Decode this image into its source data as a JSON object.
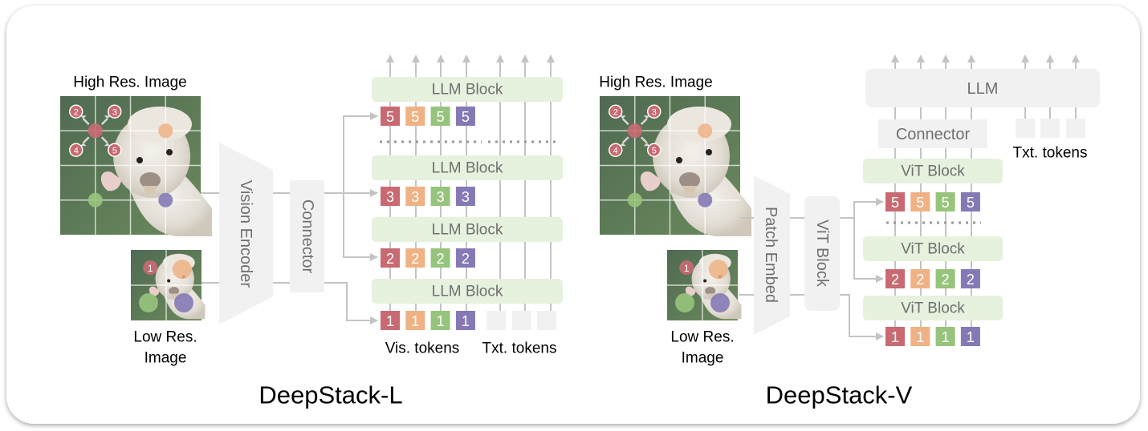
{
  "colors": {
    "red": "#c96a73",
    "orange": "#efb285",
    "green": "#97c47c",
    "purple": "#8579b5",
    "block_green": "#e6f1de",
    "grey_box": "#f1f1f1",
    "line": "#c4c4c4",
    "text_grey": "#707070"
  },
  "left": {
    "title": "DeepStack-L",
    "high_res_label": "High Res. Image",
    "low_res_label_1": "Low Res.",
    "low_res_label_2": "Image",
    "vision_encoder": "Vision Encoder",
    "connector": "Connector",
    "llm_block": "LLM Block",
    "vis_tokens": "Vis. tokens",
    "txt_tokens": "Txt. tokens",
    "token_rows": [
      "5",
      "3",
      "2",
      "1"
    ],
    "arrow_badges": [
      "2",
      "3",
      "4",
      "5"
    ],
    "low_res_badge": "1"
  },
  "right": {
    "title": "DeepStack-V",
    "high_res_label": "High Res. Image",
    "low_res_label_1": "Low Res.",
    "low_res_label_2": "Image",
    "patch_embed": "Patch Embed",
    "vit_block": "ViT Block",
    "llm": "LLM",
    "connector": "Connector",
    "txt_tokens": "Txt. tokens",
    "token_rows": [
      "5",
      "2",
      "1"
    ],
    "arrow_badges": [
      "2",
      "3",
      "4",
      "5"
    ],
    "low_res_badge": "1"
  }
}
